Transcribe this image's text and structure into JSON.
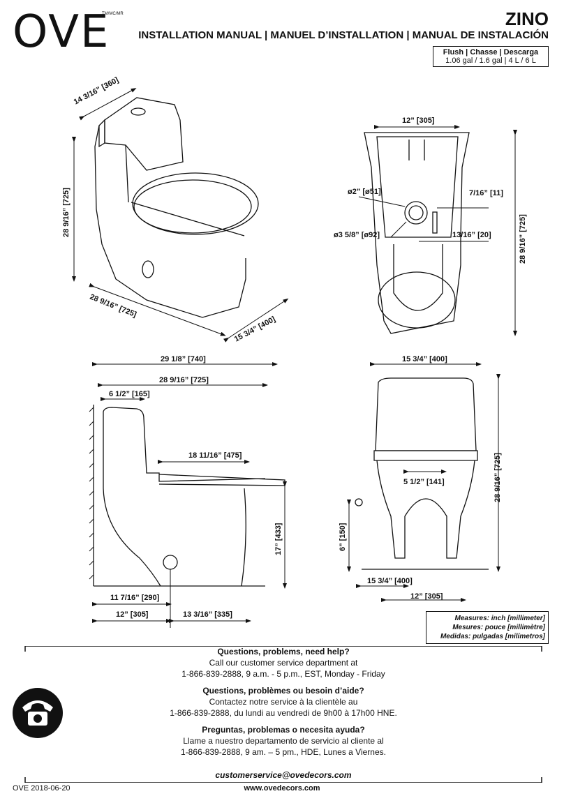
{
  "brand": {
    "logo": "OVE",
    "trademark": "TM/MC/MR"
  },
  "header": {
    "model": "ZINO",
    "manual_title": "INSTALLATION MANUAL | MANUEL D’INSTALLATION | MANUAL DE INSTALACIÓN",
    "flush_label": "Flush | Chasse | Descarga",
    "flush_value": "1.06 gal / 1.6 gal | 4 L / 6 L"
  },
  "dimensions": {
    "iso_tank_width": "14 3/16” [360]",
    "iso_height": "28 9/16” [725]",
    "iso_depth": "28 9/16” [725]",
    "iso_width": "15 3/4” [400]",
    "top_width": "12” [305]",
    "top_height": "28 9/16” [725]",
    "top_outlet_dia": "ø2” [ø51]",
    "top_flange_dia": "ø3 5/8” [ø92]",
    "top_bolt_offset": "7/16” [11]",
    "top_bolt_dist": "13/16” [20]",
    "side_total": "29 1/8” [740]",
    "side_depth": "28 9/16” [725]",
    "side_tank": "6 1/2” [165]",
    "side_seat": "18 11/16” [475]",
    "side_seat_height": "17” [433]",
    "side_outlet": "11 7/16” [290]",
    "side_roughin": "12” [305]",
    "side_front": "13 3/16” [335]",
    "front_width": "15 3/4” [400]",
    "front_height": "28 9/16” [725]",
    "front_hinge": "5 1/2” [141]",
    "front_supply": "6” [150]",
    "front_base": "15 3/4” [400]",
    "front_roughin": "12” [305]"
  },
  "legend": {
    "en": "Measures: inch [millimeter]",
    "fr": "Mesures: pouce [millimètre]",
    "es": "Medidas: pulgadas [milímetros]"
  },
  "help": {
    "en_title": "Questions, problems, need help?",
    "en_line1": "Call our customer service department at",
    "en_line2": "1-866-839-2888, 9 a.m. - 5 p.m., EST, Monday - Friday",
    "fr_title": "Questions, problèmes ou besoin d’aide?",
    "fr_line1": "Contactez notre service à la clientèle au",
    "fr_line2": "1-866-839-2888, du lundi au vendredi de 9h00 à 17h00 HNE.",
    "es_title": "Preguntas, problemas o necesita ayuda?",
    "es_line1": "Llame a nuestro departamento de servicio al cliente al",
    "es_line2": "1-866-839-2888, 9 am. – 5 pm., HDE, Lunes a Viernes.",
    "email": "customerservice@ovedecors.com"
  },
  "footer": {
    "date": "OVE 2018-06-20",
    "website": "www.ovedecors.com"
  }
}
